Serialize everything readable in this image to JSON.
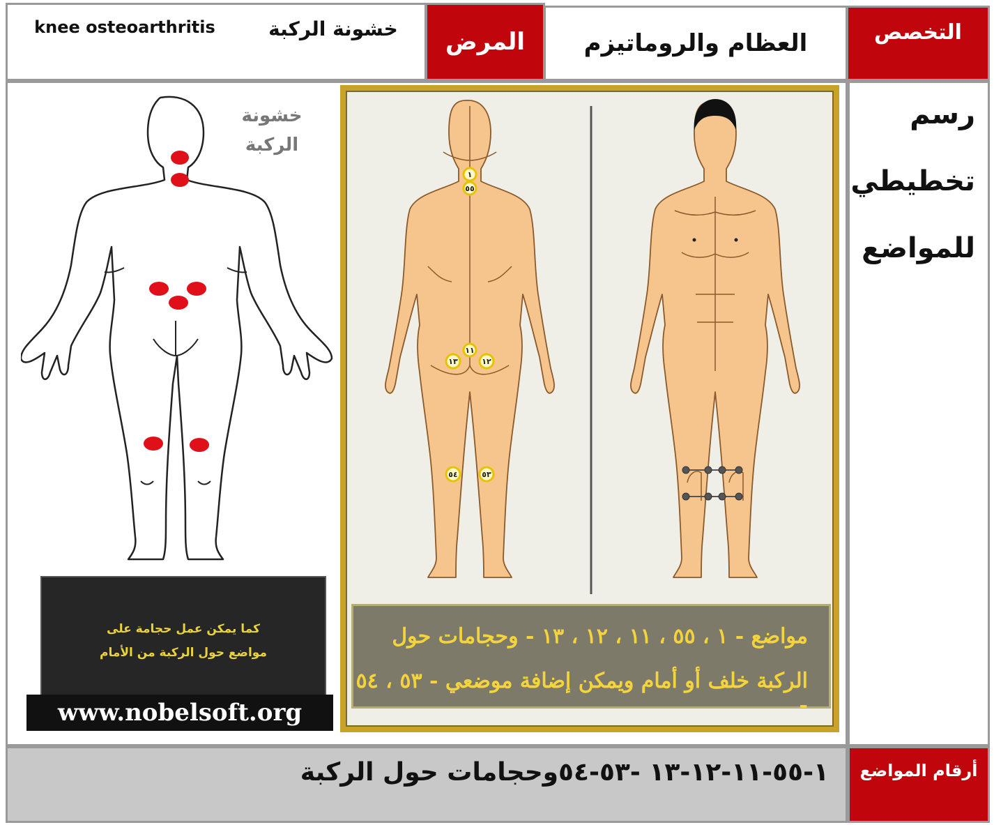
{
  "header": {
    "specialty_label": "التخصص",
    "specialty_value": "العظام والروماتيزم",
    "disease_label": "المرض",
    "disease_value_ar": "خشونة الركبة",
    "disease_value_en": "knee osteoarthritis"
  },
  "side_label": {
    "line1": "رسم",
    "line2": "تخطيطي",
    "line3": "للمواضع"
  },
  "outline_figure": {
    "title_line1": "خشونة",
    "title_line2": "الركبة"
  },
  "note_box": {
    "line1": "كما يمكن عمل حجامة على",
    "line2": "مواضع حول الركبة من الأمام",
    "website": "www.nobelsoft.org"
  },
  "point_labels": {
    "p1": "١",
    "p55": "٥٥",
    "p11": "١١",
    "p12": "١٢",
    "p13": "١٣",
    "p53": "٥٣",
    "p54": "٥٤"
  },
  "caption": {
    "line1": "مواضع - ١ ، ٥٥ ، ١١ ، ١٢ ، ١٣ - وحجامات حول",
    "line2": "الركبة خلف أو أمام ويمكن إضافة موضعي - ٥٣ ، ٥٤ -"
  },
  "footer": {
    "label": "أرقام المواضع",
    "value": "١-٥٥-١١-١٢-١٣ -٥٣-٥٤وحجامات حول الركبة"
  },
  "colors": {
    "header_red": "#c1050c",
    "marker_red": "#e0101a",
    "skin": "#f6c58e",
    "caption_text": "#f3d43c",
    "frame_gold": "#c9a227"
  }
}
